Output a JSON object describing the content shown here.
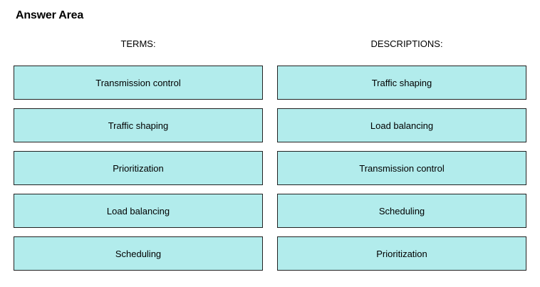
{
  "title": "Answer Area",
  "terms": {
    "header": "TERMS:",
    "items": [
      {
        "label": "Transmission control"
      },
      {
        "label": "Traffic shaping"
      },
      {
        "label": "Prioritization"
      },
      {
        "label": "Load balancing"
      },
      {
        "label": "Scheduling"
      }
    ]
  },
  "descriptions": {
    "header": "DESCRIPTIONS:",
    "items": [
      {
        "label": "Traffic shaping"
      },
      {
        "label": "Load balancing"
      },
      {
        "label": "Transmission control"
      },
      {
        "label": "Scheduling"
      },
      {
        "label": "Prioritization"
      }
    ]
  },
  "colors": {
    "box_fill": "#b2ecec",
    "box_border": "#222222"
  }
}
